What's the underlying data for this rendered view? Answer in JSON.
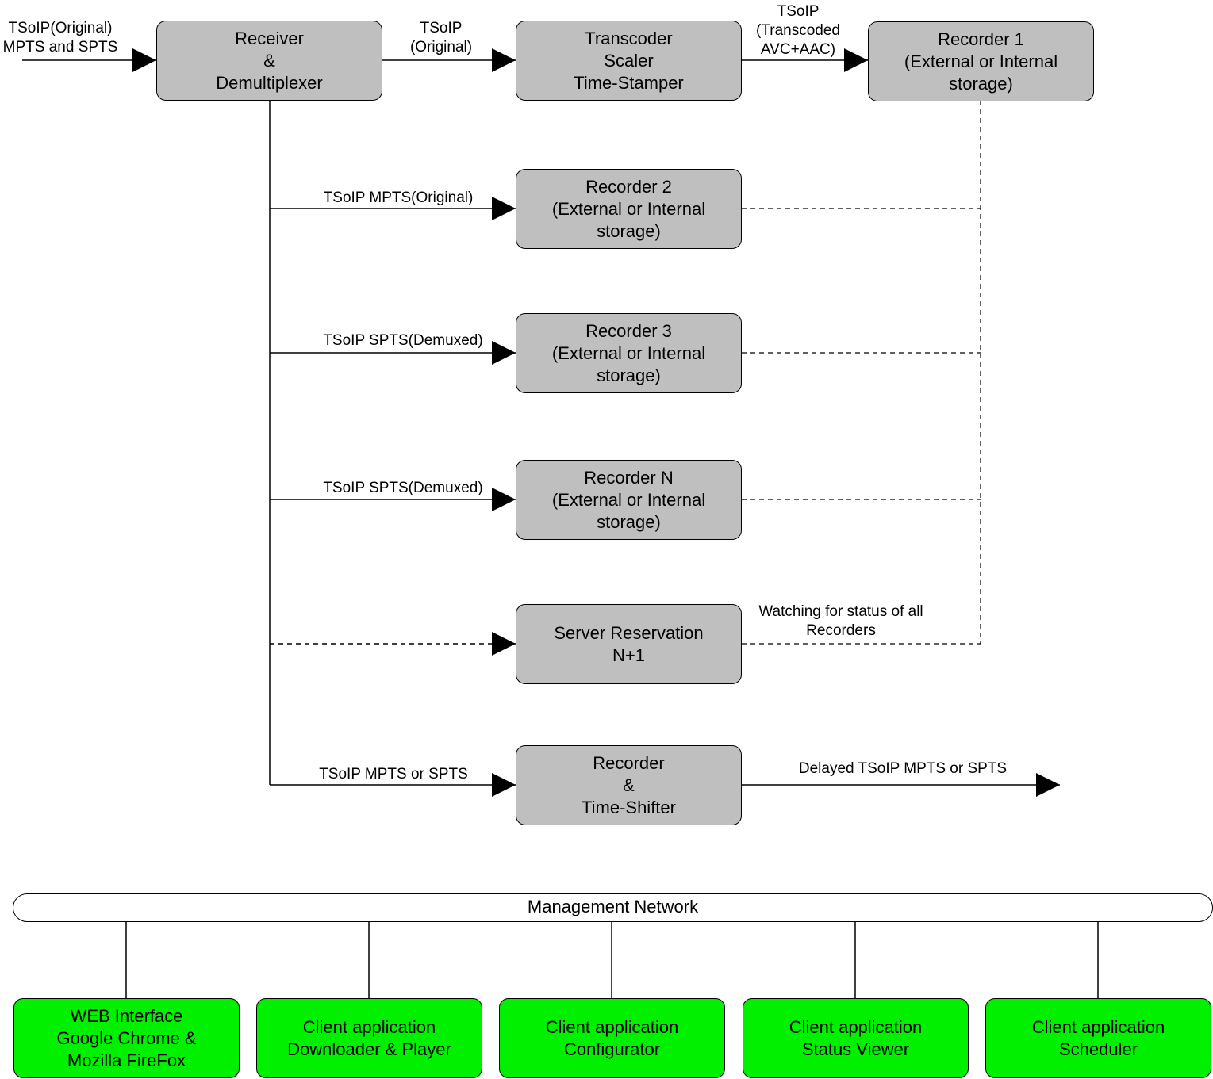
{
  "input": {
    "label": "TSoIP(Original)\nMPTS and SPTS"
  },
  "boxes": {
    "receiver": "Receiver\n&\nDemultiplexer",
    "transcoder": "Transcoder\nScaler\nTime-Stamper",
    "recorder1": "Recorder 1\n(External or Internal\nstorage)",
    "recorder2": "Recorder 2\n(External or Internal\nstorage)",
    "recorder3": "Recorder 3\n(External or Internal\nstorage)",
    "recorderN": "Recorder N\n(External or Internal\nstorage)",
    "reservation": "Server Reservation\nN+1",
    "timeshifter": "Recorder\n&\nTime-Shifter"
  },
  "edges": {
    "receiver_to_transcoder": "TSoIP\n(Original)",
    "transcoder_to_recorder1": "TSoIP\n(Transcoded\nAVC+AAC)",
    "to_recorder2": "TSoIP MPTS(Original)",
    "to_recorder3": "TSoIP SPTS(Demuxed)",
    "to_recorderN": "TSoIP SPTS(Demuxed)",
    "watching": "Watching for status of all\nRecorders",
    "to_timeshifter": "TSoIP MPTS or SPTS",
    "delayed_output": "Delayed TSoIP MPTS or SPTS"
  },
  "network": {
    "label": "Management Network"
  },
  "clients": [
    "WEB Interface\nGoogle Chrome &\nMozilla FireFox",
    "Client application\nDownloader & Player",
    "Client application\nConfigurator",
    "Client application\nStatus Viewer",
    "Client application\nScheduler"
  ],
  "colors": {
    "process_box": "#bfbfbf",
    "client_box": "#00f000",
    "line": "#000000"
  }
}
